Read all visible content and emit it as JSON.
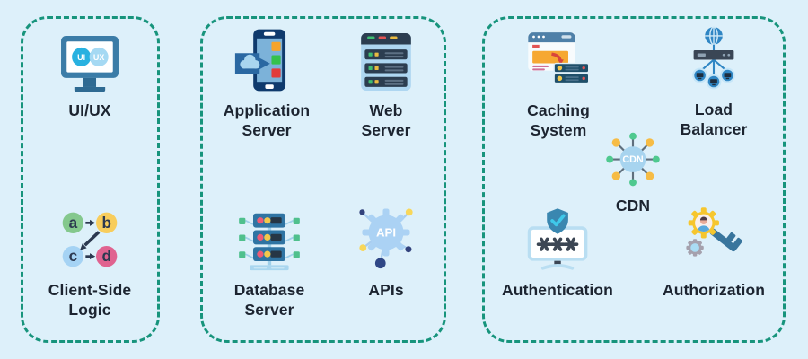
{
  "diagram": {
    "background_color": "#ddf0fa",
    "group_border_color": "#17947c",
    "label_color": "#1c2430"
  },
  "groups": {
    "client": {
      "uiux_label": "UI/UX",
      "logic_label": "Client-Side Logic"
    },
    "server": {
      "app_label": "Application Server",
      "web_label": "Web Server",
      "db_label": "Database Server",
      "apis_label": "APIs"
    },
    "infra": {
      "caching_label": "Caching System",
      "lb_label": "Load Balancer",
      "cdn_label": "CDN",
      "authn_label": "Authentication",
      "authz_label": "Authorization"
    }
  },
  "icon_text": {
    "ui_badge": "UI",
    "ux_badge": "UX",
    "node_a": "a",
    "node_b": "b",
    "node_c": "c",
    "node_d": "d",
    "api_hub": "API",
    "cdn_hub": "CDN",
    "password_mask": "***"
  }
}
